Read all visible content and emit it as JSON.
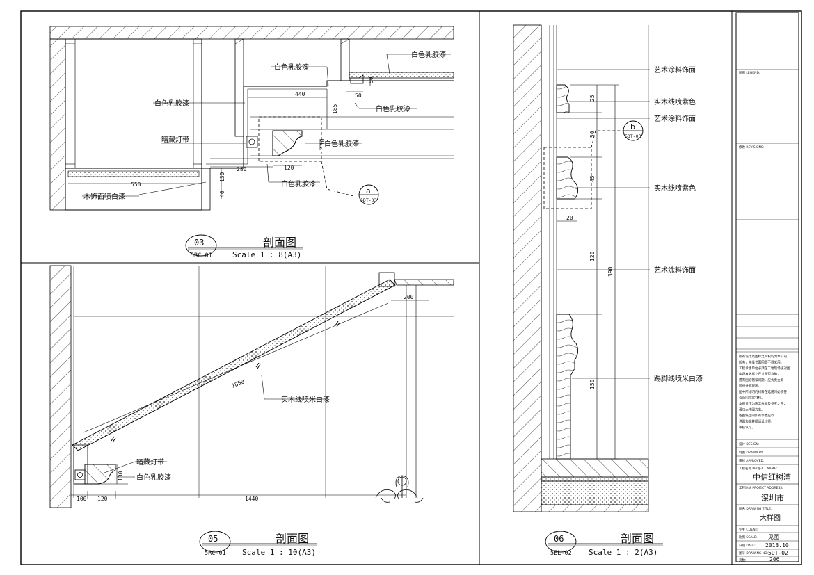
{
  "panel03": {
    "labels": {
      "paint_top_right": "白色乳胶漆",
      "paint_top_mid": "白色乳胶漆",
      "paint_left": "白色乳胶漆",
      "paint_right_50": "白色乳胶漆",
      "hidden_light": "暗藏灯带",
      "paint_mid_right": "白色乳胶漆",
      "paint_bottom": "白色乳胶漆",
      "wood_paint": "木饰面喷白漆"
    },
    "dims": [
      "440",
      "50",
      "50",
      "185",
      "120",
      "280",
      "130",
      "40",
      "550",
      "110"
    ],
    "callout": {
      "letter": "a",
      "ref": "5DT-03"
    },
    "title": {
      "number": "03",
      "ref": "5RC-01",
      "name": "剖面图",
      "scale": "Scale 1 : 8(A3)"
    }
  },
  "panel05": {
    "labels": {
      "solid_wood": "实木线喷米白漆",
      "hidden_light": "暗藏灯带",
      "paint": "白色乳胶漆"
    },
    "dims": [
      "200",
      "1850",
      "130",
      "100",
      "120",
      "1440"
    ],
    "title": {
      "number": "05",
      "ref": "5RC-01",
      "name": "剖面图",
      "scale": "Scale 1 : 10(A3)"
    }
  },
  "panel06": {
    "labels": {
      "art_coating_1": "艺术涂料饰面",
      "solid_purple_1": "实木线喷紫色",
      "art_coating_2": "艺术涂料饰面",
      "solid_purple_2": "实木线喷紫色",
      "art_coating_3": "艺术涂料饰面",
      "skirting": "踢脚线喷米白漆"
    },
    "dims": [
      "25",
      "50",
      "45",
      "20",
      "120",
      "390",
      "150"
    ],
    "callout": {
      "letter": "b",
      "ref": "5DT-03"
    },
    "title": {
      "number": "06",
      "ref": "5EL-02",
      "name": "剖面图",
      "scale": "Scale 1 : 2(A3)"
    }
  },
  "title_block": {
    "legend_label": "图例 LEGEND:",
    "revisions_label": "修改 REVISIONS:",
    "notes": [
      "所有设计及图样之产权均为本公司",
      "所有，未经书面同意不得采用。",
      "工程承建单位必须在工地现场核对图",
      "中所有数据之尺寸是否准确，",
      "遇有图纸错误问题，应负责立即",
      "向设计师提出。",
      "图中所标明的材料在选用时必须符",
      "合合同指定材料。",
      "本图只作为施工依据及参考之用，",
      "请以大样图为准。",
      "各图纸之间如有矛盾应以",
      "详图为准并提请设计师，",
      "审核认可。"
    ],
    "design_label": "设计 DESIGN:",
    "drawn_label": "制图 DRAWN BY:",
    "approved_label": "审核 APPROVED:",
    "project_name_label": "工程名称 PROJECT NAME:",
    "project_name": "中信红树湾",
    "project_address_label": "工程地址 PROJECT ADDRESS:",
    "project_address": "深圳市",
    "drawing_title_label": "图名 DRAWING TITLE:",
    "drawing_title": "大样图",
    "client_label": "业主 CLIENT:",
    "scale_label": "比例 SCALE:",
    "scale_value": "见图",
    "date_label": "日期 DATE:",
    "date_value": "2013.10",
    "drawing_no_label": "图号 DRAWING NO:",
    "drawing_no": "5DT-02",
    "page_label": "页数:",
    "page_value": "206"
  }
}
